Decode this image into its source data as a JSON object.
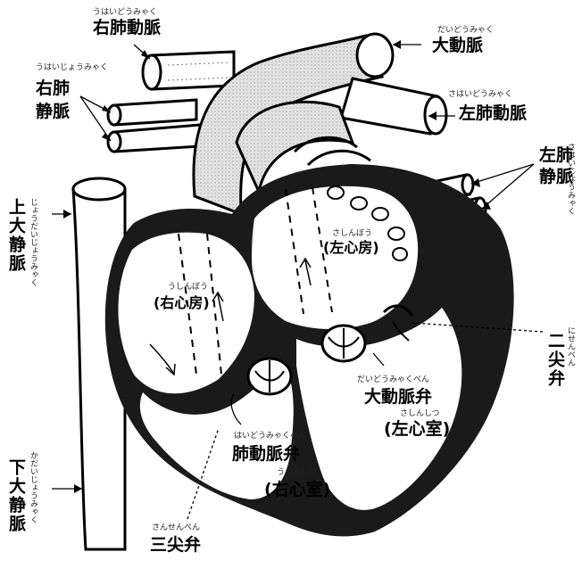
{
  "labels": {
    "right_pulmonary_artery": {
      "text": "右肺動脈",
      "ruby": "うはいどうみゃく"
    },
    "aorta": {
      "text": "大動脈",
      "ruby": "だいどうみゃく"
    },
    "right_pulmonary_vein": {
      "text": "右肺静脈",
      "ruby": "うはいじょうみゃく"
    },
    "left_pulmonary_artery": {
      "text": "左肺動脈",
      "ruby": "さはいどうみゃく"
    },
    "left_pulmonary_vein": {
      "text": "左肺静脈",
      "ruby": "さはいじょうみゃく"
    },
    "superior_vena_cava": {
      "text": "上大静脈",
      "ruby": "じょうだいじょうみゃく"
    },
    "left_atrium": {
      "text": "(左心房)",
      "ruby": "さしんぼう"
    },
    "right_atrium": {
      "text": "(右心房)",
      "ruby": "うしんぼう"
    },
    "mitral_valve": {
      "text": "二尖弁",
      "ruby": "にせんべん"
    },
    "aortic_valve": {
      "text": "大動脈弁",
      "ruby": "だいどうみゃくべん"
    },
    "left_ventricle": {
      "text": "(左心室)",
      "ruby": "さしんしつ"
    },
    "pulmonary_valve": {
      "text": "肺動脈弁",
      "ruby": "はいどうみゃくべん"
    },
    "right_ventricle": {
      "text": "(右心室)",
      "ruby": "うしんしつ"
    },
    "inferior_vena_cava": {
      "text": "下大静脈",
      "ruby": "かだいじょうみゃく"
    },
    "tricuspid_valve": {
      "text": "三尖弁",
      "ruby": "さんせんべん"
    }
  }
}
